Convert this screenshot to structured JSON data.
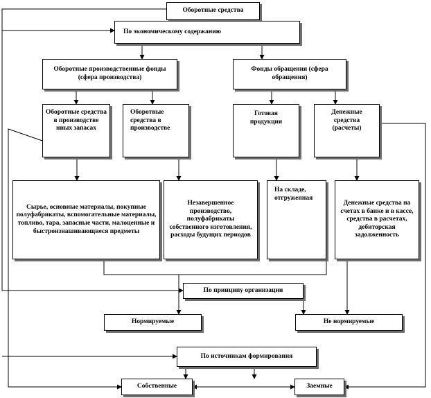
{
  "nodes": {
    "root": "Оборотные средства",
    "by_economic_content": "По экономическому содержанию",
    "production_assets": "Оборотные производственные фонды (сфера производства)",
    "circulation_funds": "Фонды обращения (сфера обращения)",
    "in_production_stocks": "Оборотные средства в производстве нных запасах",
    "in_production": "Оборотные средства в производстве",
    "finished_products": "Готовая продукция",
    "cash": "Денежные средства (расчеты)",
    "materials": "Сырье, основные материалы, покупные полуфабрикаты, вспомогательные материалы, топливо, тара, запасные части, малоценные и быстроизнашивающиеся предметы",
    "work_in_progress": "Незавершенное производство, полуфабрикаты собственного изготовления, расходы будущих периодов",
    "in_stock_shipped": "На складе, отгруженная",
    "cash_accounts": "Денежные средства на счетах в банке и в кассе, средства в расчетах, дебиторская задолженность",
    "by_organization": "По принципу организации",
    "normed": "Нормируемые",
    "not_normed": "Не нормируемые",
    "by_funding_source": "По источникам формирования",
    "own": "Собственные",
    "borrowed": "Заемные"
  },
  "colors": {
    "line": "#000000",
    "shadow": "#6e6e6e"
  }
}
